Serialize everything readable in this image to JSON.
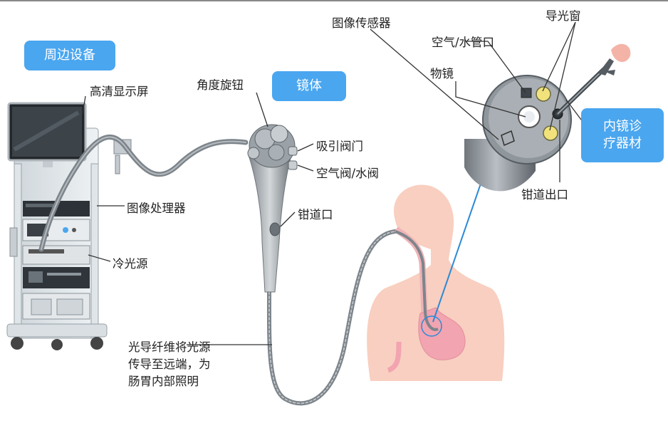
{
  "labels": {
    "peripheral_equipment": "周边设备",
    "hd_monitor": "高清显示屏",
    "image_processor": "图像处理器",
    "cold_light_source": "冷光源",
    "scope_body": "镜体",
    "angle_knob": "角度旋钮",
    "suction_valve": "吸引阀门",
    "air_water_valve": "空气阀/水阀",
    "forceps_port": "钳道口",
    "fiber_note": [
      "光导纤维将光源",
      "传导至远端，为",
      "肠胃内部照明"
    ],
    "image_sensor": "图像传感器",
    "air_water_nozzle": "空气/水管口",
    "light_window": "导光窗",
    "objective_lens": "物镜",
    "endoscopic_instrument": [
      "内镜诊",
      "疗器材"
    ],
    "forceps_channel_outlet": "钳道出口"
  },
  "colors": {
    "badge": "#4aa6ef",
    "body_silhouette": "#f8cfc0",
    "stomach": "#f2a4b0",
    "tube": "#8d949a",
    "light_window": "#f1e27c",
    "pointer_line": "#333333",
    "focus_line": "#2c8ad6"
  }
}
